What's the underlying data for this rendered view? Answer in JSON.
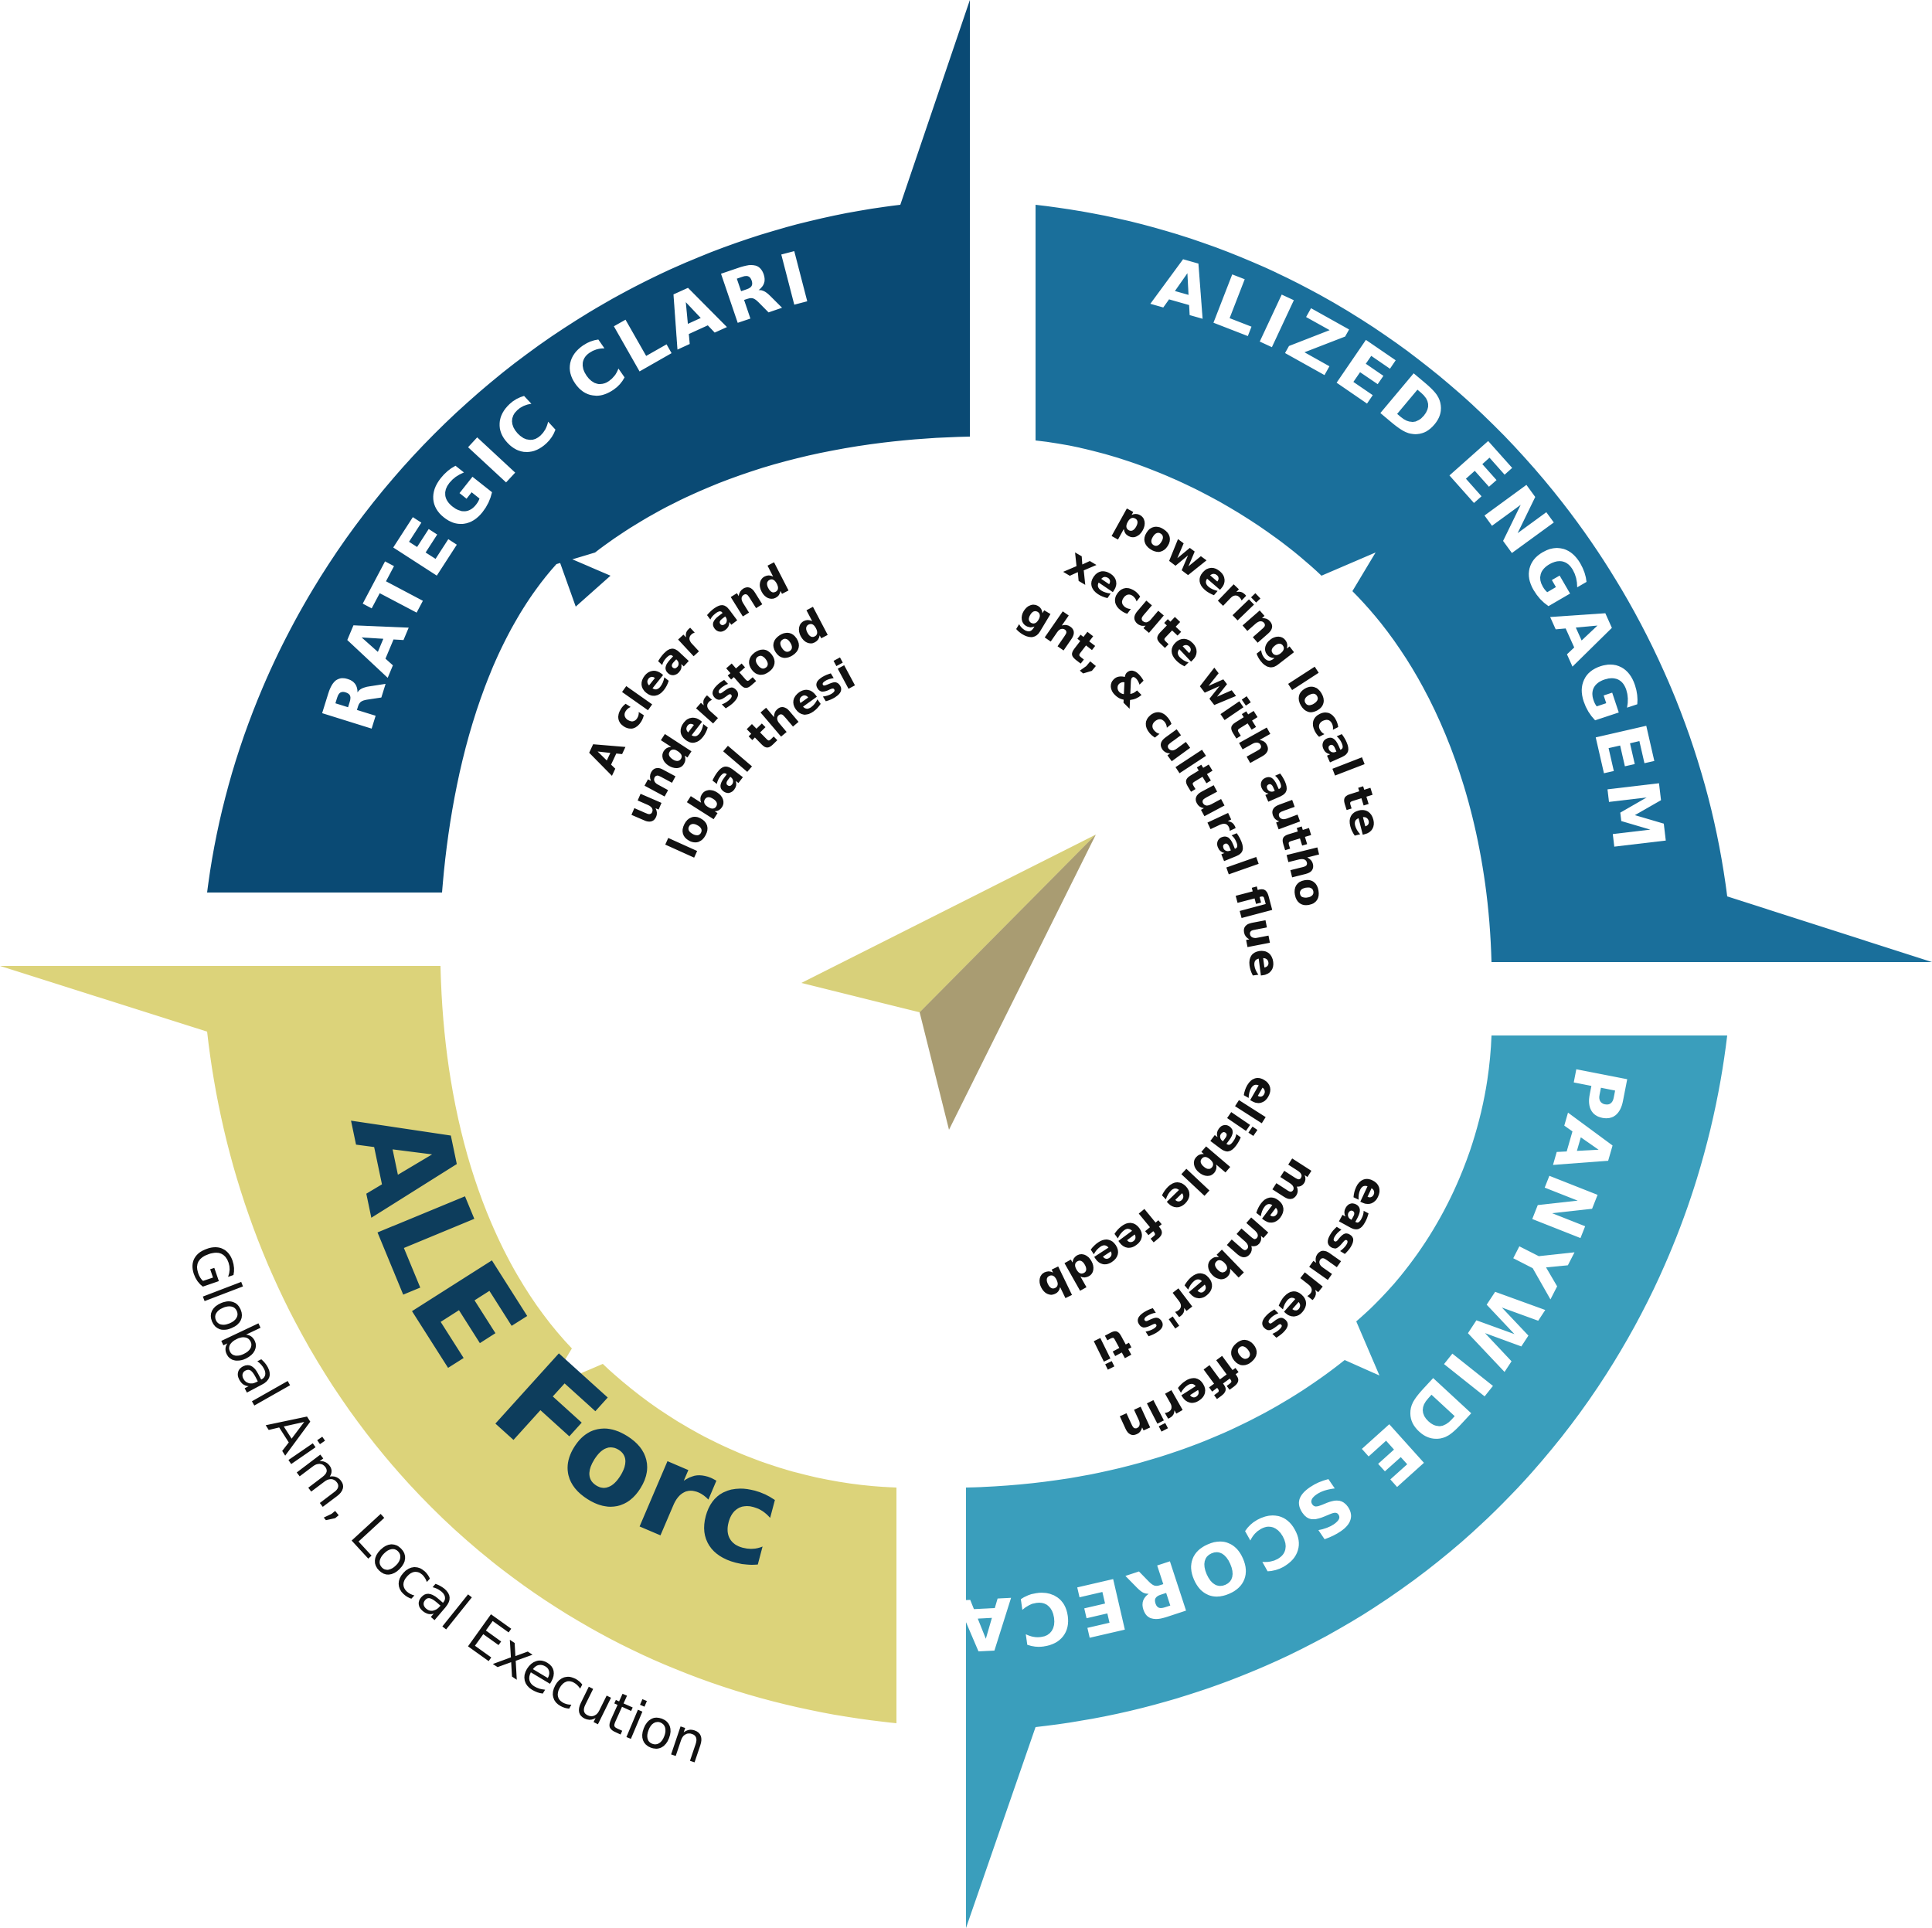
{
  "colors": {
    "strategic": "#0a4a74",
    "localized": "#1a6f9b",
    "scorecards": "#3a9ebc",
    "gale": "#dcd37a",
    "needle_light": "#d8d07a",
    "needle_dark": "#a99c72",
    "brand_text": "#0d3d5c"
  },
  "sections": {
    "strategic": {
      "title": "STRATEGIC CLARITY",
      "lines": [
        "A clear and",
        "understood",
        "global thesis"
      ]
    },
    "localized": {
      "title": "LOCALIZED ENGAGEMENT",
      "lines": [
        "Empowering local teams",
        "to execute with authority,",
        "insight, & cultural fluency"
      ]
    },
    "scorecards": {
      "title": "COMPANYWIDE SCORECARDS",
      "lines": [
        "Measures offering",
        "team member's timely",
        "& reliable feedback"
      ]
    }
  },
  "brand": {
    "title": "GALE Force",
    "tagline": "Global Aim, Local Execution"
  },
  "icons": {
    "needle": "compass-needle-icon"
  }
}
